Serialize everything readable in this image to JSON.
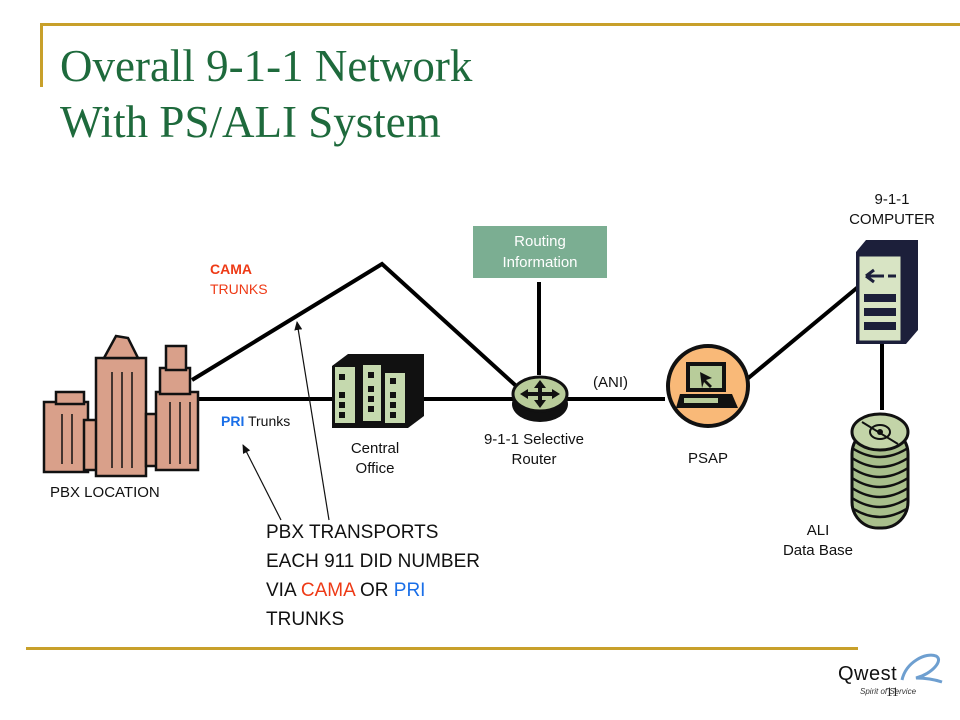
{
  "slide": {
    "title_line1": "Overall 9-1-1 Network",
    "title_line2": "With PS/ALI System",
    "page_number": "11"
  },
  "colors": {
    "title": "#1e6a3c",
    "rule": "#c8a02a",
    "cama": "#ee3a16",
    "pri": "#1a6fe8",
    "routing_box": "#7bae92"
  },
  "nodes": {
    "pbx": {
      "label": "PBX  LOCATION",
      "icon": "office-buildings-icon"
    },
    "central_office": {
      "label_line1": "Central",
      "label_line2": "Office",
      "icon": "central-office-icon"
    },
    "selective_router": {
      "label_line1": "9-1-1 Selective",
      "label_line2": "Router",
      "icon": "router-icon"
    },
    "psap": {
      "label": "PSAP",
      "icon": "laptop-icon"
    },
    "computer": {
      "label_line1": "9-1-1",
      "label_line2": "COMPUTER",
      "icon": "server-tower-icon"
    },
    "ali_db": {
      "label_line1": "ALI",
      "label_line2": "Data Base",
      "icon": "disk-stack-icon"
    },
    "routing_info": {
      "label_line1": "Routing",
      "label_line2": "Information"
    }
  },
  "links": {
    "cama_line1": "CAMA",
    "cama_line2": "TRUNKS",
    "pri_prefix": "PRI",
    "pri_suffix": "Trunks",
    "ani": "(ANI)"
  },
  "note": {
    "line1": "PBX TRANSPORTS",
    "line2": "EACH 911 DID NUMBER",
    "line3_pre": "VIA ",
    "line3_cama": "CAMA",
    "line3_mid": " OR ",
    "line3_pri": "PRI",
    "line4": "TRUNKS"
  },
  "logo": {
    "brand": "Qwest",
    "tagline": "Spirit of Service"
  }
}
